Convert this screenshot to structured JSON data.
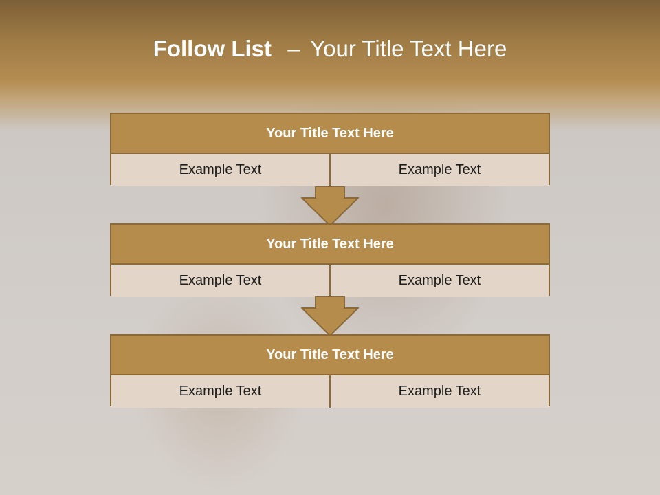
{
  "slide": {
    "title_bold": "Follow List",
    "title_dash": "–",
    "title_rest": "Your Title Text Here"
  },
  "blocks": [
    {
      "title": "Your Title Text Here",
      "left": "Example Text",
      "right": "Example Text"
    },
    {
      "title": "Your Title Text Here",
      "left": "Example Text",
      "right": "Example Text"
    },
    {
      "title": "Your Title Text Here",
      "left": "Example Text",
      "right": "Example Text"
    }
  ],
  "colors": {
    "accent": "#b68c4c",
    "border": "#8c6a38",
    "cell_bg": "#e3d6c8"
  }
}
